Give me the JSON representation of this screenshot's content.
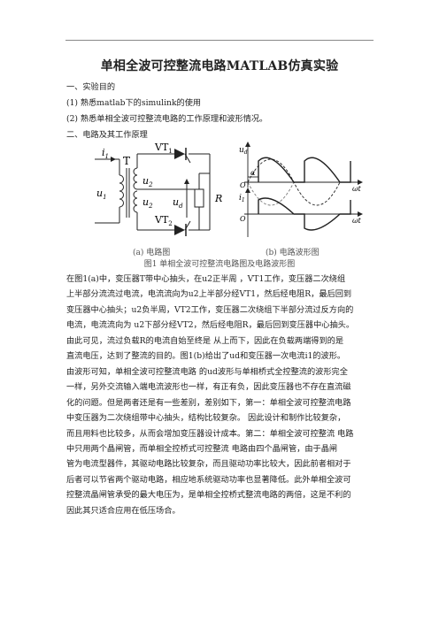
{
  "doc": {
    "title": "单相全波可控整流电路MATLAB仿真实验",
    "section1": "一、实验目的",
    "item1": "(1)  熟悉matlab下的simulink的使用",
    "item2": "(2)  熟悉单相全波可控整流电路的工作原理和波形情况。",
    "section2": "二、电路及其工作原理",
    "figure": {
      "circuit_labels": {
        "i1": "i",
        "i1_sub": "1",
        "T": "T",
        "u1": "u",
        "u1_sub": "1",
        "u2": "u",
        "u2_sub": "2",
        "VT1": "VT",
        "VT1_sub": "1",
        "VT2": "VT",
        "VT2_sub": "2",
        "ud": "u",
        "ud_sub": "d",
        "R": "R"
      },
      "wave_labels": {
        "ud": "u",
        "ud_sub": "d",
        "omega_t1": "ωt",
        "omega_t2": "ωt",
        "O1": "O",
        "O2": "O",
        "alpha": "α",
        "i1": "i",
        "i1_sub": "1"
      },
      "sub_a": "(a)  电路图",
      "sub_b": "(b)  电路波形图",
      "caption": "图1  单相全波可控整流电路图及电路波形图"
    },
    "paragraph1": [
      "在图1(a)中，变压器T带中心抽头，在u2正半周 ，VT1工作，变压器二次绕组",
      "上半部分流流过电流，电流流向为u2上半部分经VT1，然后经电阻R，最后回到",
      "变压器中心抽头；u2负半周，VT2工作，变压器二次绕组下半部分流过反方向的",
      "电流，电流流向为 u2下部分经VT2，然后经电阻R，最后回到变压器中心抽头。",
      "由此可见，流过负载R的电流自始至终是 从上而下，因此在负载两端得到的是",
      "直流电压，达到了整流的目的。图1(b)给出了ud和变压器一次电流i1的波形。"
    ],
    "paragraph2": [
      "由波形可知，单相全波可控整流电路 的ud波形与单相桥式全控整流的波形完全",
      "一样，另外交流输入端电流波形也一样，有正有负，因此变压器也不存在直流磁",
      "化的问题。但是两者还是有一些差别，差别如下，第一：单相全波可控整流电路",
      "中变压器为二次绕组带中心抽头，结构比较复杂。 因此设计和制作比较复杂，",
      "而且用料也比较多，从而会增加变压器设计成本。第二：单相全波可控整流 电路",
      "中只用两个晶闸管，而单相全控桥式可控整流  电路由四个晶闸管，由于晶闸",
      "管为电流型器件，其驱动电路比较复杂，而且驱动功率比较大，因此前者相对于",
      "后者可以节省两个驱动电路，相应地系统驱动功率也显著降低。此外单相全波可",
      "控整流晶闸管承受的最大电压为，是单相全控桥式整流电路的两倍，这是不利的",
      "因此其只适合应用在低压场合。"
    ],
    "colors": {
      "text": "#222222",
      "caption": "#555555",
      "rule": "#888888"
    }
  }
}
